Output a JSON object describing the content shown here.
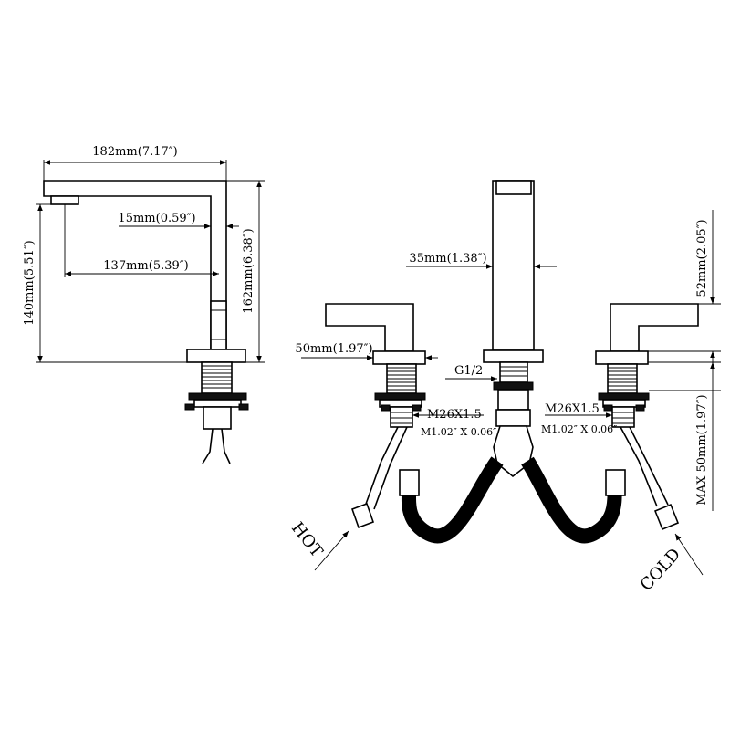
{
  "side_view": {
    "width_label": "182mm(7.17″)",
    "spout_tip_label": "15mm(0.59″)",
    "reach_label": "137mm(5.39″)",
    "spout_height_label": "140mm(5.51″)",
    "total_height_label": "162mm(6.38″)"
  },
  "front_view": {
    "spout_width_label": "35mm(1.38″)",
    "handle_height_label": "52mm(2.05″)",
    "handle_base_label": "50mm(1.97″)",
    "spout_thread_label": "G1/2",
    "left_thread_label": "M26X1.5",
    "left_thread_imperial": "M1.02″ X 0.06″",
    "right_thread_label": "M26X1.5",
    "right_thread_imperial": "M1.02″ X 0.06″",
    "max_deck_label": "MAX 50mm(1.97″)",
    "hot_label": "HOT",
    "cold_label": "COLD"
  }
}
